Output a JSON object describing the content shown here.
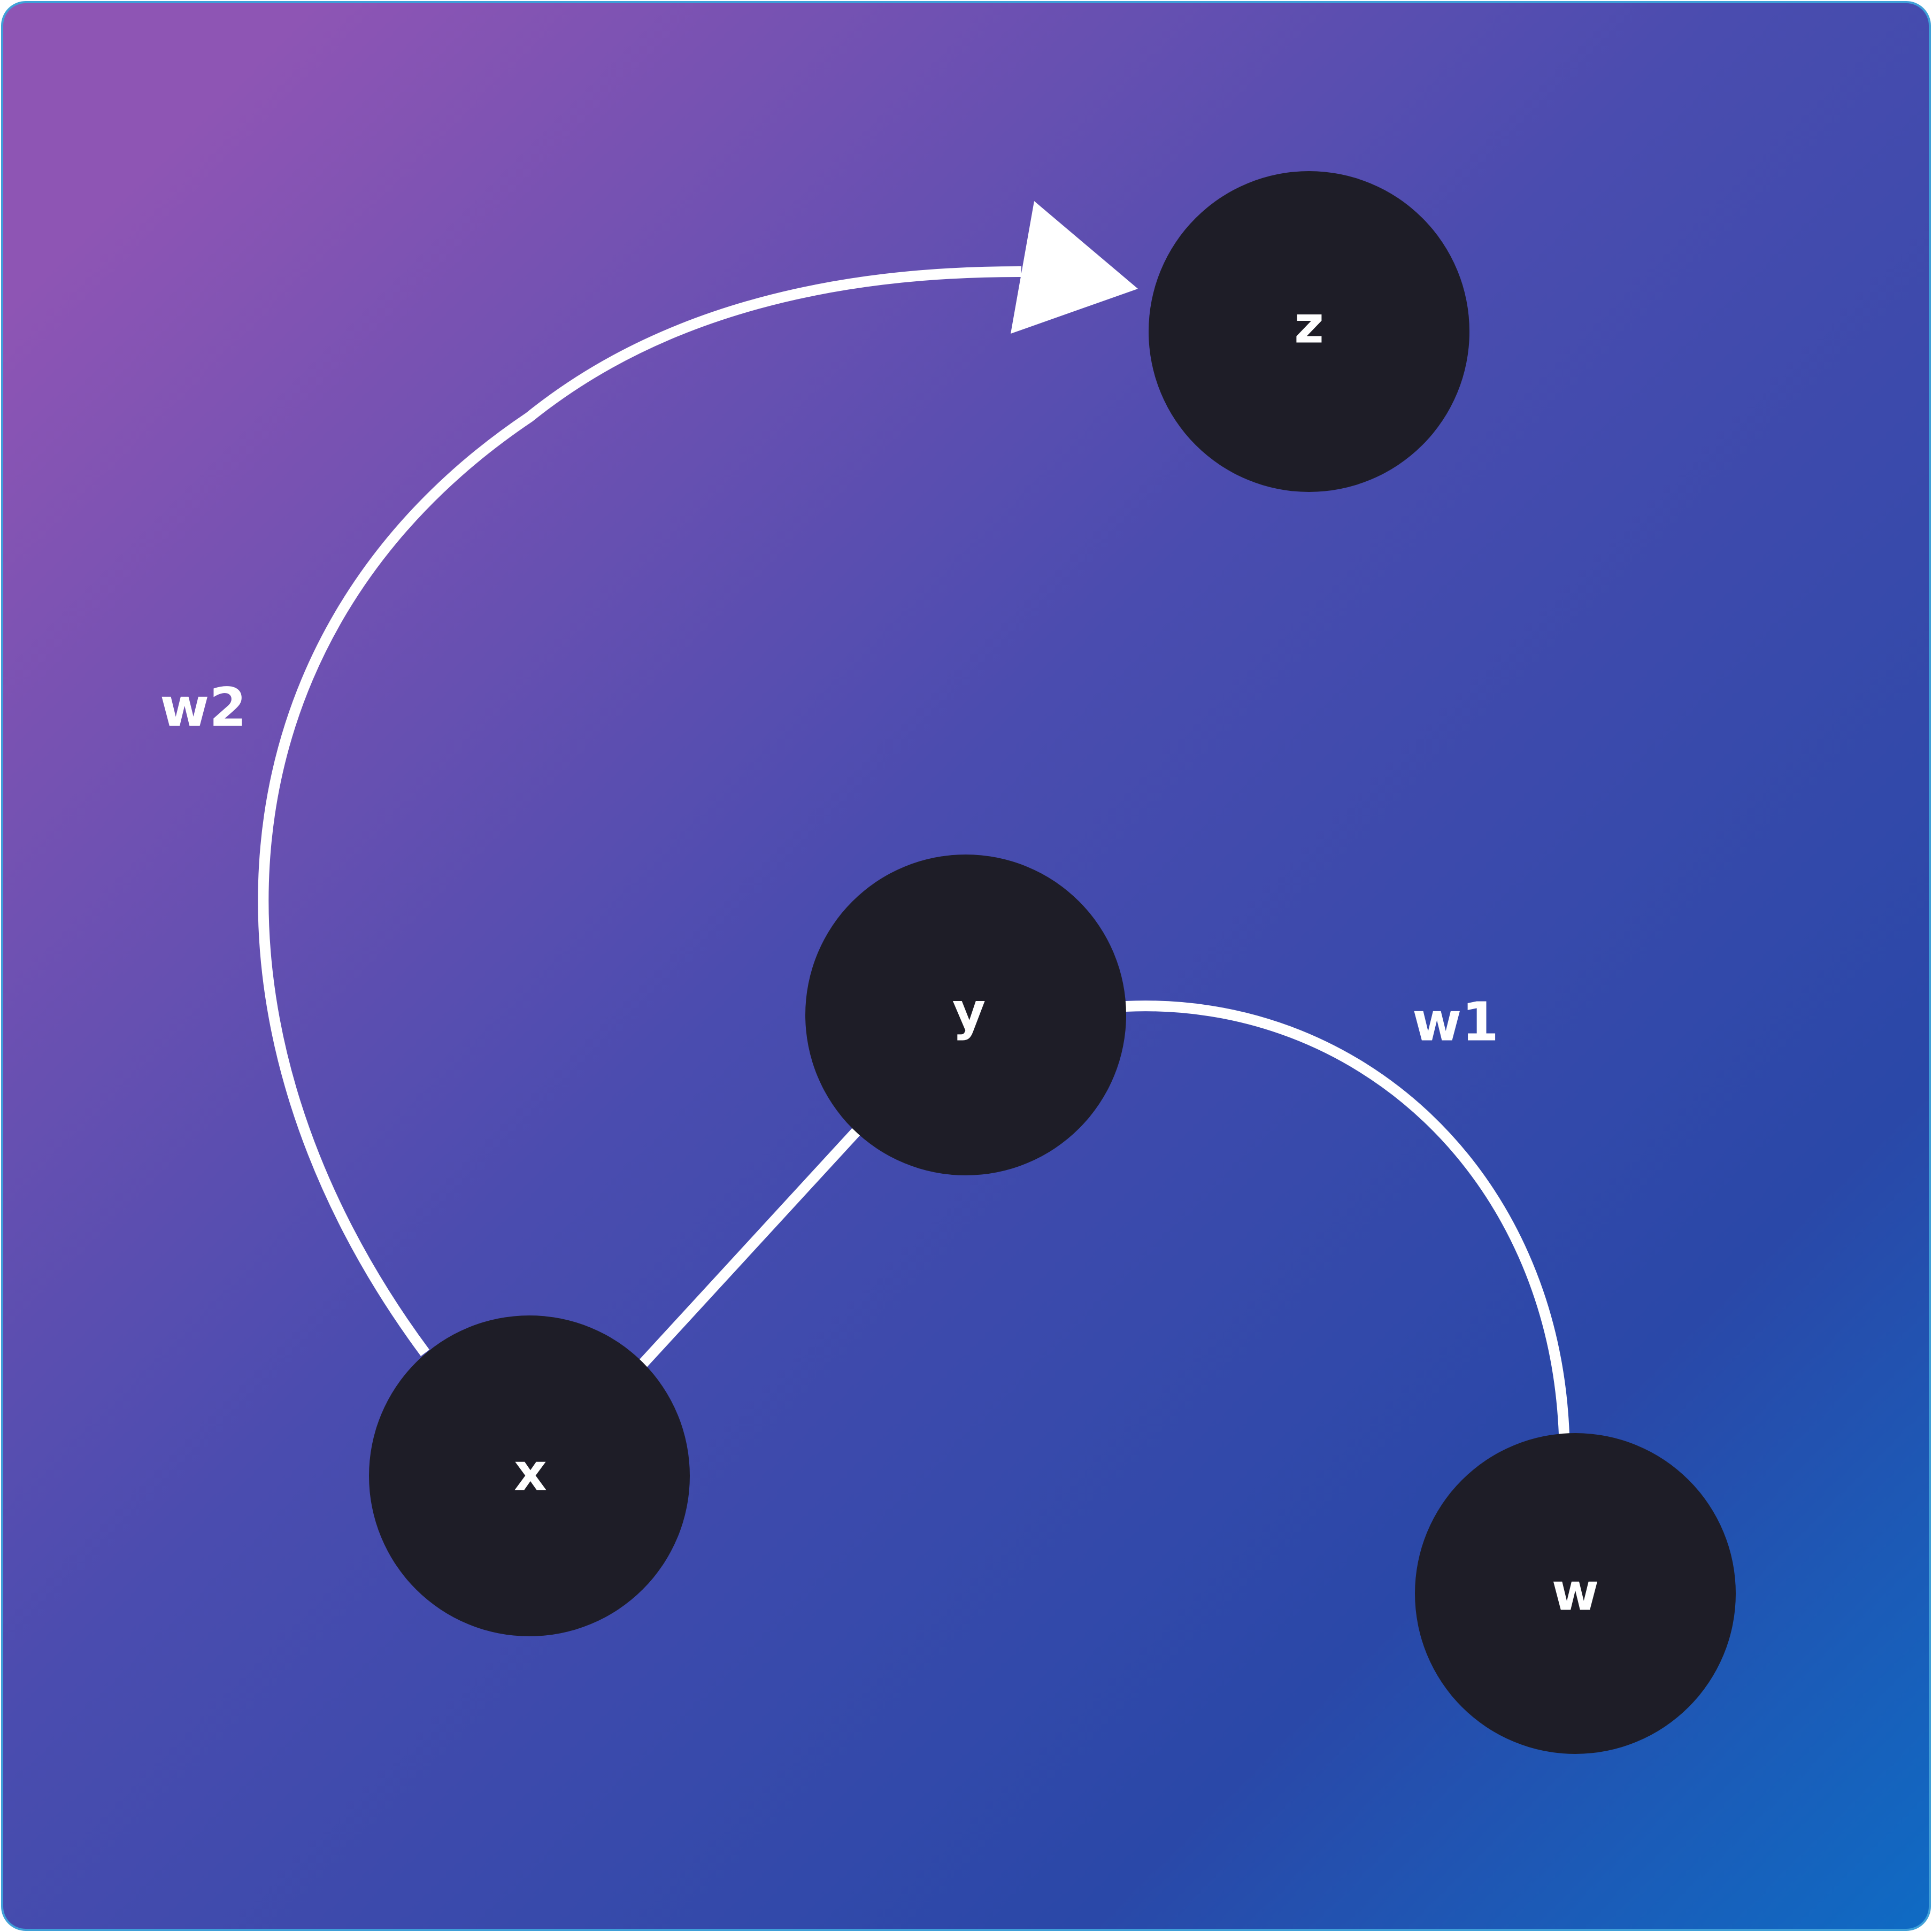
{
  "diagram": {
    "background": {
      "gradient_stops": [
        "#8e55b4",
        "#4a4caf",
        "#2a48a8",
        "#0f6bc4"
      ],
      "frame_color": "#3fa0d8"
    },
    "node_fill": "#1e1d27",
    "edge_color": "#ffffff",
    "text_color": "#ffffff",
    "nodes": [
      {
        "id": "z",
        "label": "z"
      },
      {
        "id": "y",
        "label": "y"
      },
      {
        "id": "x",
        "label": "x"
      },
      {
        "id": "w",
        "label": "w"
      }
    ],
    "edges": [
      {
        "from": "x",
        "to": "z",
        "label": "w2",
        "directed": true,
        "shape": "curve"
      },
      {
        "from": "x",
        "to": "y",
        "label": "",
        "directed": false,
        "shape": "straight"
      },
      {
        "from": "y",
        "to": "w",
        "label": "w1",
        "directed": false,
        "shape": "curve"
      }
    ]
  }
}
